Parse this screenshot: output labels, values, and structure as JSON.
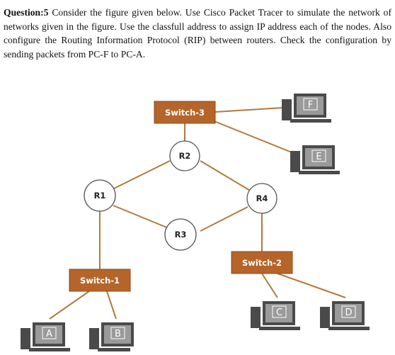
{
  "question": {
    "heading": "Question:5",
    "text": " Consider the figure given below. Use Cisco Packet Tracer to simulate the network of networks given in the figure. Use the classfull address to assign IP address each of the nodes. Also configure the Routing Information Protocol (RIP) between routers. Check the configuration by sending packets from PC-F to PC-A."
  },
  "diagram": {
    "routers": [
      "R1",
      "R2",
      "R3",
      "R4"
    ],
    "switches": [
      "Switch-1",
      "Switch-2",
      "Switch-3"
    ],
    "pcs": [
      "A",
      "B",
      "C",
      "D",
      "E",
      "F"
    ]
  },
  "colors": {
    "link": "#b07a3e",
    "switch_fill": "#b5652a",
    "switch_border": "#8a4a1c",
    "router_stroke": "#555555",
    "pc_body": "#4a4a4a",
    "pc_screen": "#9a9a9a"
  }
}
